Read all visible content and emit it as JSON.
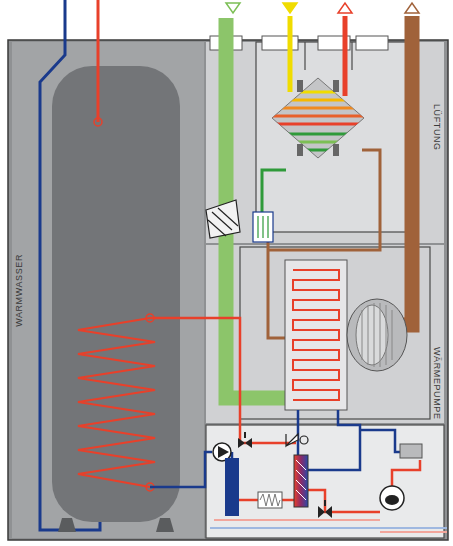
{
  "diagram": {
    "nodes": [
      {
        "text": [
          "WARMWASSER"
        ]
      },
      {
        "text": [
          "LÜFTUNG"
        ]
      },
      {
        "text": [
          "WÄRMEPUMPE"
        ]
      }
    ]
  }
}
